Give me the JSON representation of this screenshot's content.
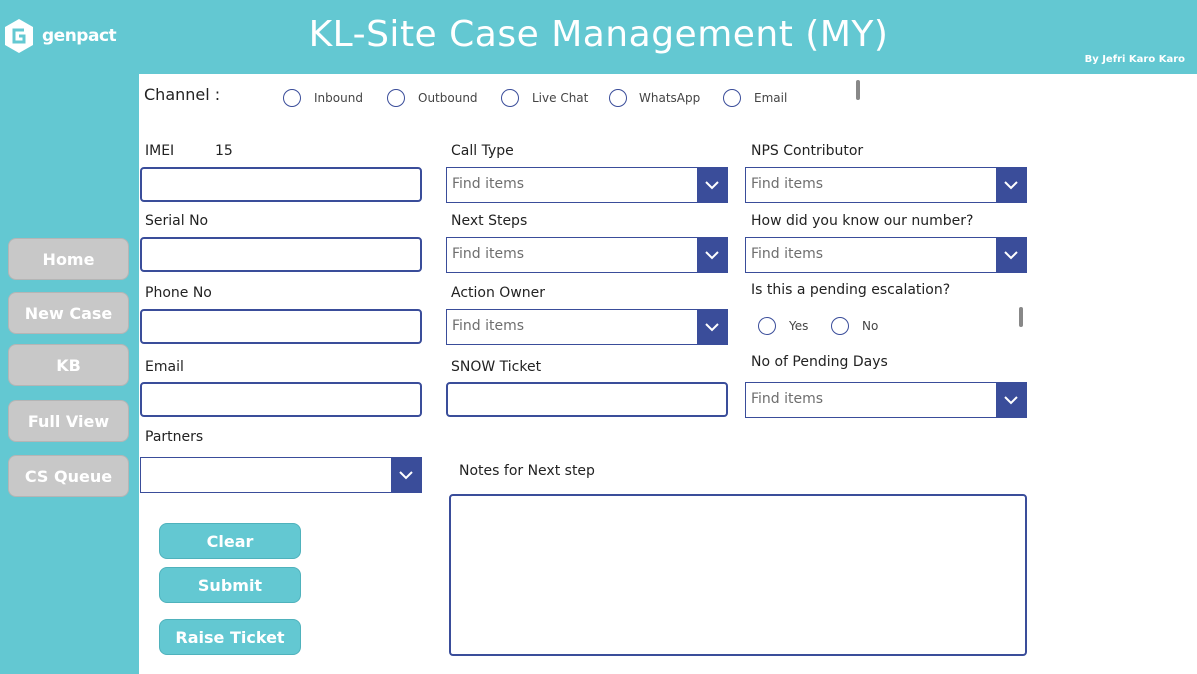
{
  "header": {
    "logo_text": "genpact",
    "title": "KL-Site Case Management (MY)",
    "byline": "By Jefri Karo Karo"
  },
  "sidebar": {
    "items": [
      {
        "label": "Home"
      },
      {
        "label": "New Case"
      },
      {
        "label": "KB"
      },
      {
        "label": "Full View"
      },
      {
        "label": "CS Queue"
      }
    ]
  },
  "channel": {
    "label": "Channel :",
    "options": [
      "Inbound",
      "Outbound",
      "Live Chat",
      "WhatsApp",
      "Email"
    ]
  },
  "form": {
    "imei_label": "IMEI",
    "imei_count": "15",
    "serial_label": "Serial No",
    "phone_label": "Phone No",
    "email_label": "Email",
    "partners_label": "Partners",
    "call_type_label": "Call Type",
    "next_steps_label": "Next Steps",
    "action_owner_label": "Action Owner",
    "snow_ticket_label": "SNOW Ticket",
    "nps_label": "NPS Contributor",
    "how_know_label": "How did you know our number?",
    "pending_escalation_label": "Is this a pending escalation?",
    "pending_options": [
      "Yes",
      "No"
    ],
    "pending_days_label": "No of Pending Days",
    "notes_label": "Notes for Next step",
    "placeholder": "Find items"
  },
  "actions": {
    "clear": "Clear",
    "submit": "Submit",
    "raise_ticket": "Raise Ticket"
  },
  "colors": {
    "accent": "#63c8d2",
    "border": "#3a4d9a",
    "nav_button": "#c8c8c8"
  }
}
